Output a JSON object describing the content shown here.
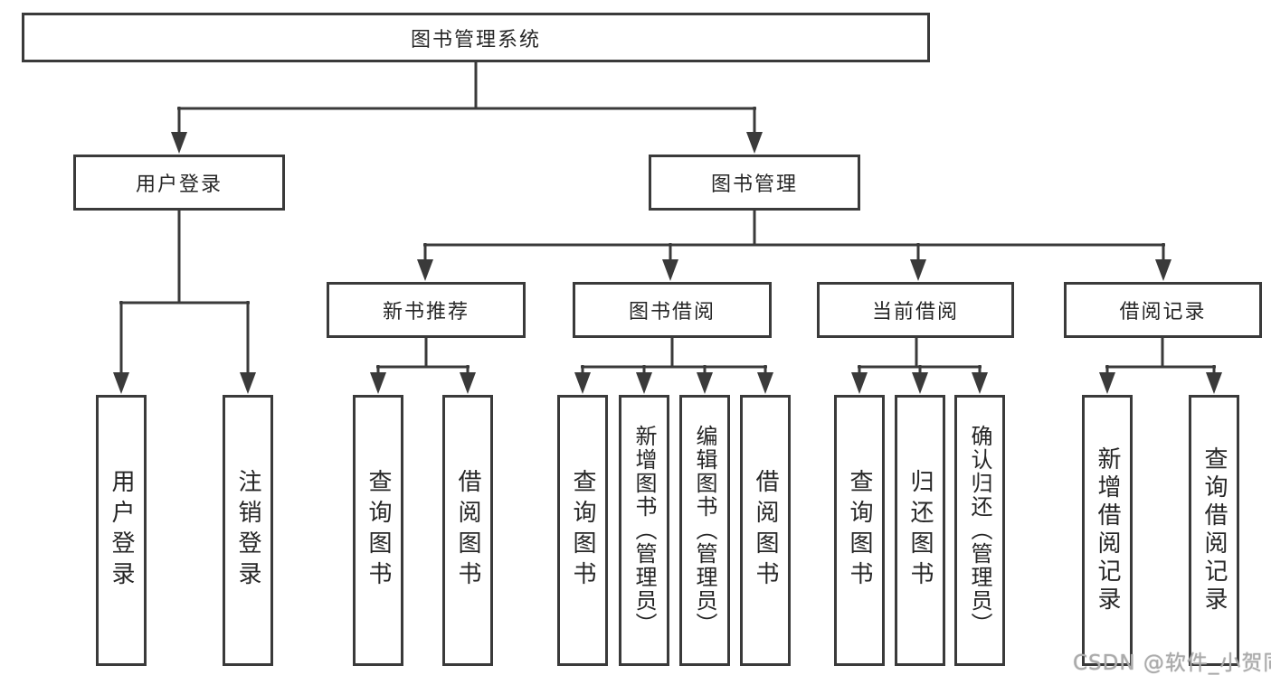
{
  "diagram_type": "hierarchy-tree",
  "tree": {
    "label": "图书管理系统",
    "children": [
      {
        "label": "用户登录",
        "children": [
          {
            "label": "用户登录"
          },
          {
            "label": "注销登录"
          }
        ]
      },
      {
        "label": "图书管理",
        "children": [
          {
            "label": "新书推荐",
            "children": [
              {
                "label": "查询图书"
              },
              {
                "label": "借阅图书"
              }
            ]
          },
          {
            "label": "图书借阅",
            "children": [
              {
                "label": "查询图书"
              },
              {
                "label": "新增图书（管理员）"
              },
              {
                "label": "编辑图书（管理员）"
              },
              {
                "label": "借阅图书"
              }
            ]
          },
          {
            "label": "当前借阅",
            "children": [
              {
                "label": "查询图书"
              },
              {
                "label": "归还图书"
              },
              {
                "label": "确认归还（管理员）"
              }
            ]
          },
          {
            "label": "借阅记录",
            "children": [
              {
                "label": "新增借阅记录"
              },
              {
                "label": "查询借阅记录"
              }
            ]
          }
        ]
      }
    ]
  },
  "watermark": {
    "text": "CSDN @软件_小贺同学"
  },
  "colors": {
    "line": "#3a3a3a",
    "box_border": "#3a3a3a",
    "text": "#262626",
    "background": "#ffffff",
    "watermark": "#ababab"
  }
}
